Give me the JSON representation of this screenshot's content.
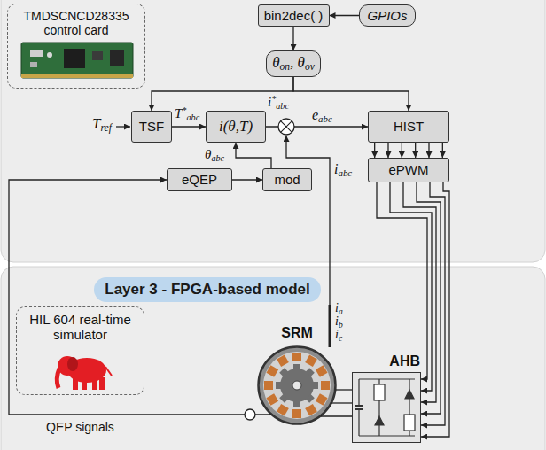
{
  "diagram": {
    "nodes": [
      {
        "text": [
          "TMDSCNCD28335 control card"
        ]
      },
      {
        "text": [
          "bin2dec( )"
        ]
      },
      {
        "text": [
          "GPIOs"
        ]
      },
      {
        "text": [
          "θon, θov"
        ]
      },
      {
        "text": [
          "TSF"
        ]
      },
      {
        "text": [
          "i(θ,T)"
        ]
      },
      {
        "text": [
          "HIST"
        ]
      },
      {
        "text": [
          "ePWM"
        ]
      },
      {
        "text": [
          "eQEP"
        ]
      },
      {
        "text": [
          "mod"
        ]
      },
      {
        "text": [
          "Layer 3 - FPGA-based model"
        ]
      },
      {
        "text": [
          "HIL 604 real-time simulator"
        ]
      },
      {
        "text": [
          "SRM"
        ]
      },
      {
        "text": [
          "AHB"
        ]
      }
    ],
    "edges": [
      {
        "from": 2,
        "to": 1,
        "arrow": "to"
      },
      {
        "from": 1,
        "to": 3,
        "arrow": "to"
      },
      {
        "from": 3,
        "to": 4,
        "arrow": "to"
      },
      {
        "from": 3,
        "to": 6,
        "arrow": "to"
      },
      {
        "from": 4,
        "to": 5,
        "label": "T*abc",
        "arrow": "to"
      },
      {
        "from": 5,
        "to": 6,
        "label": "i*abc",
        "arrow": "to"
      },
      {
        "from": 6,
        "to": 7,
        "arrow": "to"
      },
      {
        "from": 9,
        "to": 5,
        "label": "θabc",
        "arrow": "to"
      },
      {
        "from": 8,
        "to": 9,
        "arrow": "to"
      },
      {
        "from": 7,
        "to": 13,
        "arrow": "to"
      },
      {
        "from": 13,
        "to": 12,
        "arrow": "none"
      },
      {
        "from": 12,
        "to": 8,
        "label": "QEP signals",
        "arrow": "to"
      }
    ],
    "labels": [
      "Tref",
      "eabc",
      "iabc",
      "ia",
      "ib",
      "ic"
    ]
  }
}
